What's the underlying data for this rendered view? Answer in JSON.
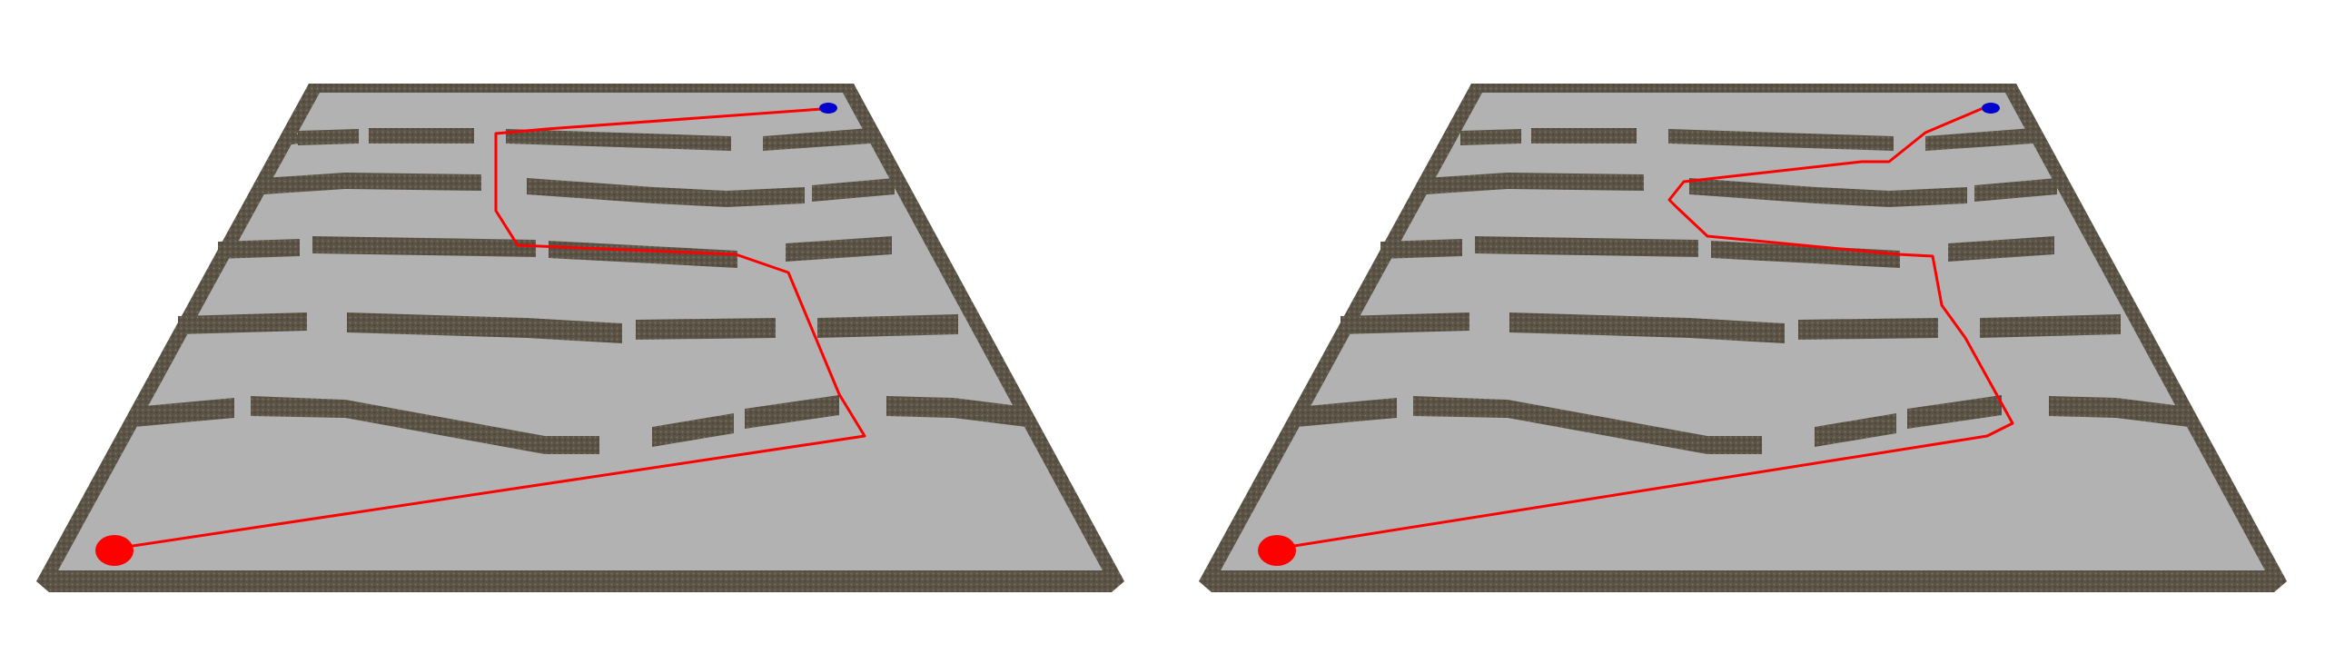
{
  "scene": {
    "floor_color": "#b2b2b2",
    "wall_color": "#5b5346",
    "wall_top_color": "#6e6656",
    "path_color": "#ff0000",
    "start_marker_color": "#ff0000",
    "goal_marker_color": "#0000cc"
  },
  "panels": [
    {
      "id": "left",
      "route": "longer-route"
    },
    {
      "id": "right",
      "route": "shorter-route"
    }
  ]
}
